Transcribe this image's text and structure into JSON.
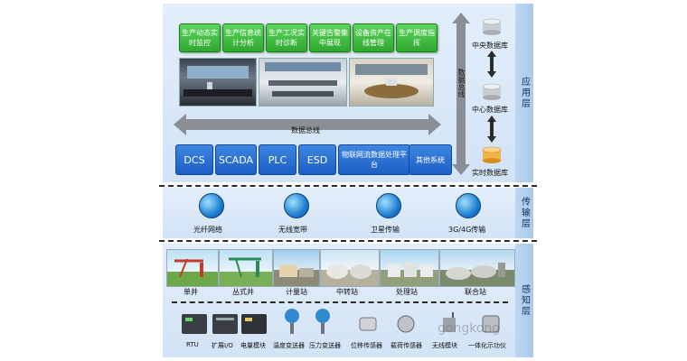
{
  "application_layer": {
    "side_label": "应用层",
    "modules": [
      "生产动态实时监控",
      "生产信息统计分析",
      "生产工况实时诊断",
      "关键告警集中展现",
      "设备资产在线管理",
      "生产调度指挥"
    ],
    "bus_horizontal": "数据总线",
    "bus_vertical": "数据总线",
    "systems": [
      "DCS",
      "SCADA",
      "PLC",
      "ESD",
      "物联网流数据处理平台",
      "其他系统"
    ],
    "databases": [
      "中央数据库",
      "中心数据库",
      "实时数据库"
    ]
  },
  "transmission_layer": {
    "side_label": "传输层",
    "channels": [
      "光纤网络",
      "无线宽带",
      "卫星传输",
      "3G/4G传输"
    ]
  },
  "perception_layer": {
    "side_label": "感知层",
    "sites": [
      "单井",
      "丛式井",
      "计量站",
      "中转站",
      "处理站",
      "联合站"
    ],
    "devices": [
      "RTU",
      "扩展I/O",
      "电量模块",
      "温度变送器",
      "压力变送器",
      "位移传感器",
      "载荷传感器",
      "无线模块",
      "一体化示功仪"
    ]
  },
  "watermark": "gongkong"
}
